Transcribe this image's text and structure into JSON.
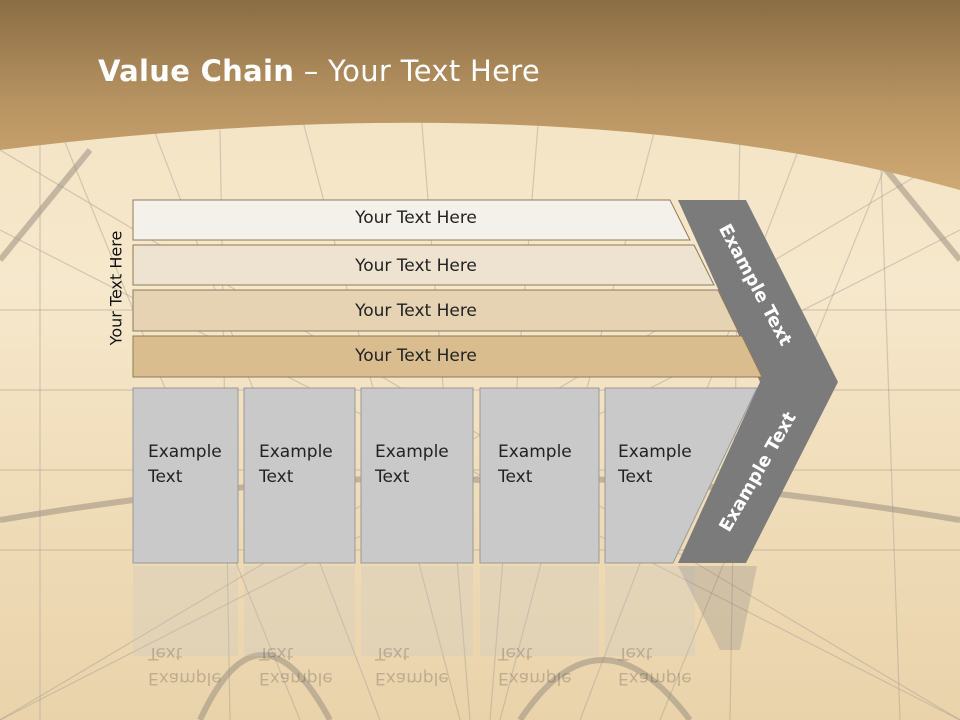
{
  "title": {
    "bold": "Value Chain",
    "rest": " – Your Text Here"
  },
  "side_label": "Your Text Here",
  "rows": [
    {
      "label": "Your Text Here",
      "color": "#f4f1ea"
    },
    {
      "label": "Your Text Here",
      "color": "#ede3d0"
    },
    {
      "label": "Your Text Here",
      "color": "#e5d3b4"
    },
    {
      "label": "Your Text Here",
      "color": "#d9bd8f"
    }
  ],
  "boxes": [
    {
      "text": "Example\nText"
    },
    {
      "text": "Example\nText"
    },
    {
      "text": "Example\nText"
    },
    {
      "text": "Example\nText"
    },
    {
      "text": "Example\nText"
    }
  ],
  "chevron": {
    "upper": "Example Text",
    "lower": "Example Text",
    "color": "#7b7b7b"
  },
  "colors": {
    "header": "#9b7d50",
    "box": "#c9c9c9"
  }
}
